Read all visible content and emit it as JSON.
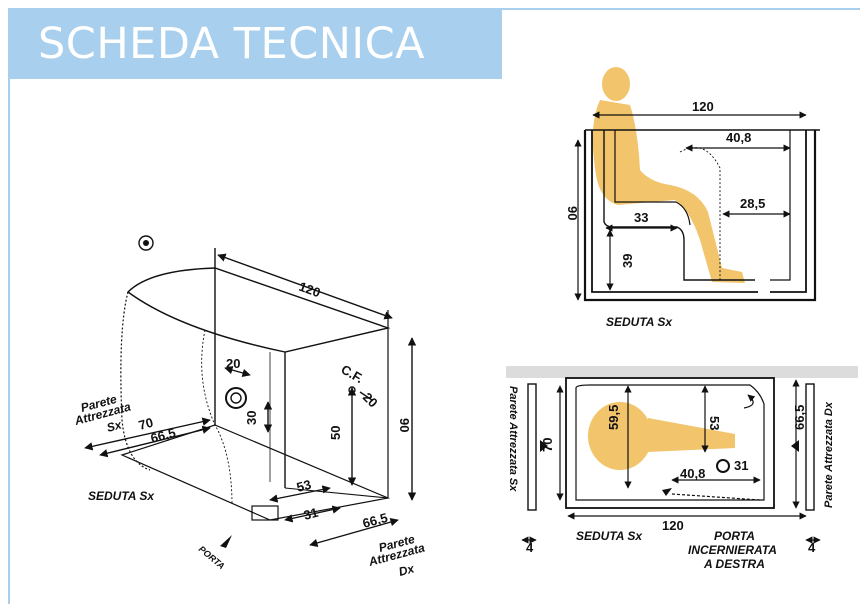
{
  "header": {
    "title": "SCHEDA TECNICA"
  },
  "colors": {
    "title_bg": "#a9cfee",
    "figure_fill": "#f2c46b",
    "line": "#111111",
    "wall": "#dcdcdc"
  },
  "iso_view": {
    "dims": {
      "width": "120",
      "height": "90",
      "depth_front": "66,5",
      "depth_side": "66,5",
      "d20a": "20",
      "d20b": "20",
      "d30": "30",
      "d50": "50",
      "d53": "53",
      "d31": "31",
      "d70": "70"
    },
    "labels": {
      "cf": "C.F.",
      "parete_sx_line1": "Parete",
      "parete_sx_line2": "Attrezzata",
      "parete_sx_line3": "Sx",
      "parete_dx_line1": "Parete",
      "parete_dx_line2": "Attrezzata",
      "parete_dx_line3": "Dx",
      "seduta": "SEDUTA Sx",
      "porta": "PORTA"
    }
  },
  "side_view": {
    "dims": {
      "width": "120",
      "height": "90",
      "d40_8": "40,8",
      "d28_5": "28,5",
      "d33": "33",
      "d39": "39"
    },
    "label": "SEDUTA Sx"
  },
  "top_view": {
    "dims": {
      "width": "120",
      "d70": "70",
      "d66_5": "66,5",
      "d59_5": "59,5",
      "d53": "53",
      "d40_8": "40,8",
      "d31": "31",
      "d4_left": "4",
      "d4_right": "4"
    },
    "labels": {
      "parete_sx": "Parete Attrezzata Sx",
      "parete_dx": "Parete Attrezzata Dx",
      "seduta": "SEDUTA Sx",
      "porta_line1": "PORTA",
      "porta_line2": "INCERNIERATA",
      "porta_line3": "A DESTRA"
    }
  }
}
